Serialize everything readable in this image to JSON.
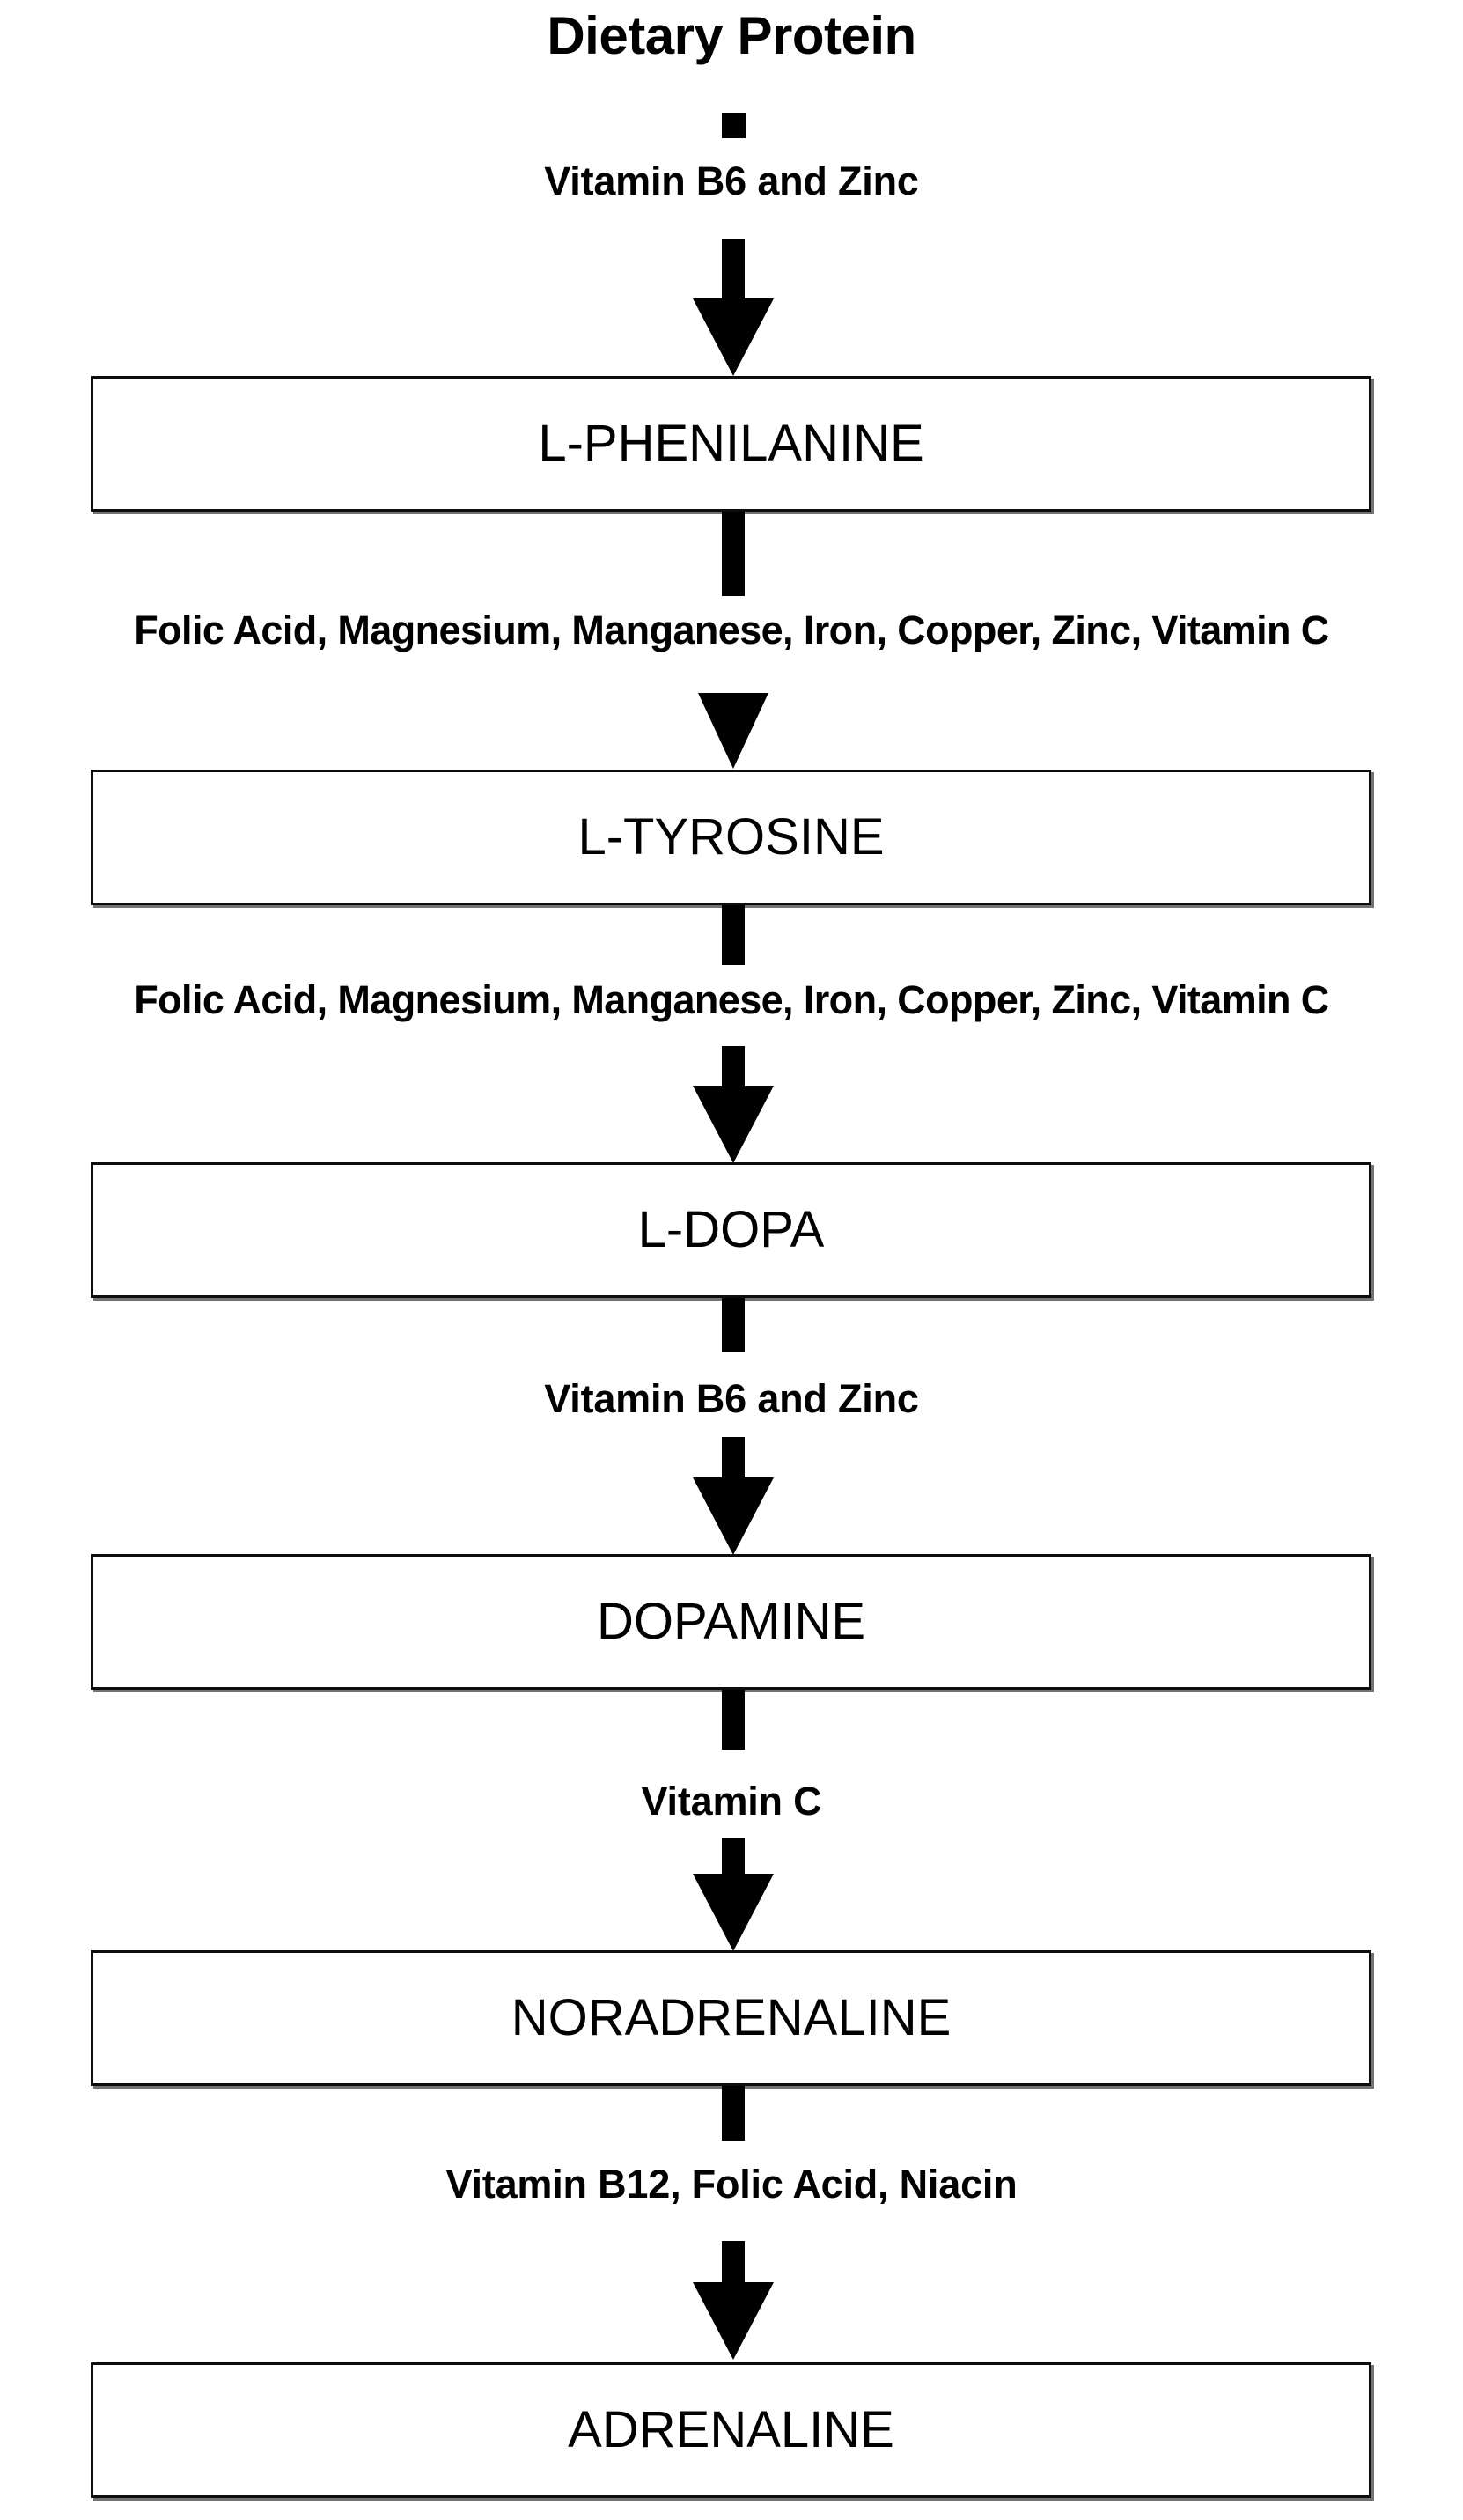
{
  "diagram": {
    "title": "Dietary Protein",
    "type": "flowchart",
    "orientation": "vertical-top-to-bottom",
    "accent_color": "#000000",
    "background_color": "#ffffff",
    "box_border_color": "#0d0d0d",
    "box_fill_color": "#ffffff",
    "nodes": [
      {
        "id": "l-phenilanine",
        "label": "L-PHENILANINE"
      },
      {
        "id": "l-tyrosine",
        "label": "L-TYROSINE"
      },
      {
        "id": "l-dopa",
        "label": "L-DOPA"
      },
      {
        "id": "dopamine",
        "label": "DOPAMINE"
      },
      {
        "id": "noradrenaline",
        "label": "NORADRENALINE"
      },
      {
        "id": "adrenaline",
        "label": "ADRENALINE"
      }
    ],
    "edges": [
      {
        "id": "edge-protein-to-phenilanine",
        "from": "Dietary Protein",
        "to": "L-PHENILANINE",
        "cofactors": "Vitamin B6 and Zinc"
      },
      {
        "id": "edge-phenilanine-to-tyrosine",
        "from": "L-PHENILANINE",
        "to": "L-TYROSINE",
        "cofactors": "Folic Acid, Magnesium, Manganese, Iron, Copper, Zinc, Vitamin C"
      },
      {
        "id": "edge-tyrosine-to-dopa",
        "from": "L-TYROSINE",
        "to": "L-DOPA",
        "cofactors": "Folic Acid, Magnesium, Manganese, Iron, Copper, Zinc, Vitamin C"
      },
      {
        "id": "edge-dopa-to-dopamine",
        "from": "L-DOPA",
        "to": "DOPAMINE",
        "cofactors": "Vitamin B6 and Zinc"
      },
      {
        "id": "edge-dopamine-to-noradrenaline",
        "from": "DOPAMINE",
        "to": "NORADRENALINE",
        "cofactors": "Vitamin C"
      },
      {
        "id": "edge-noradrenaline-to-adrenaline",
        "from": "NORADRENALINE",
        "to": "ADRENALINE",
        "cofactors": "Vitamin B12, Folic Acid, Niacin"
      }
    ]
  }
}
